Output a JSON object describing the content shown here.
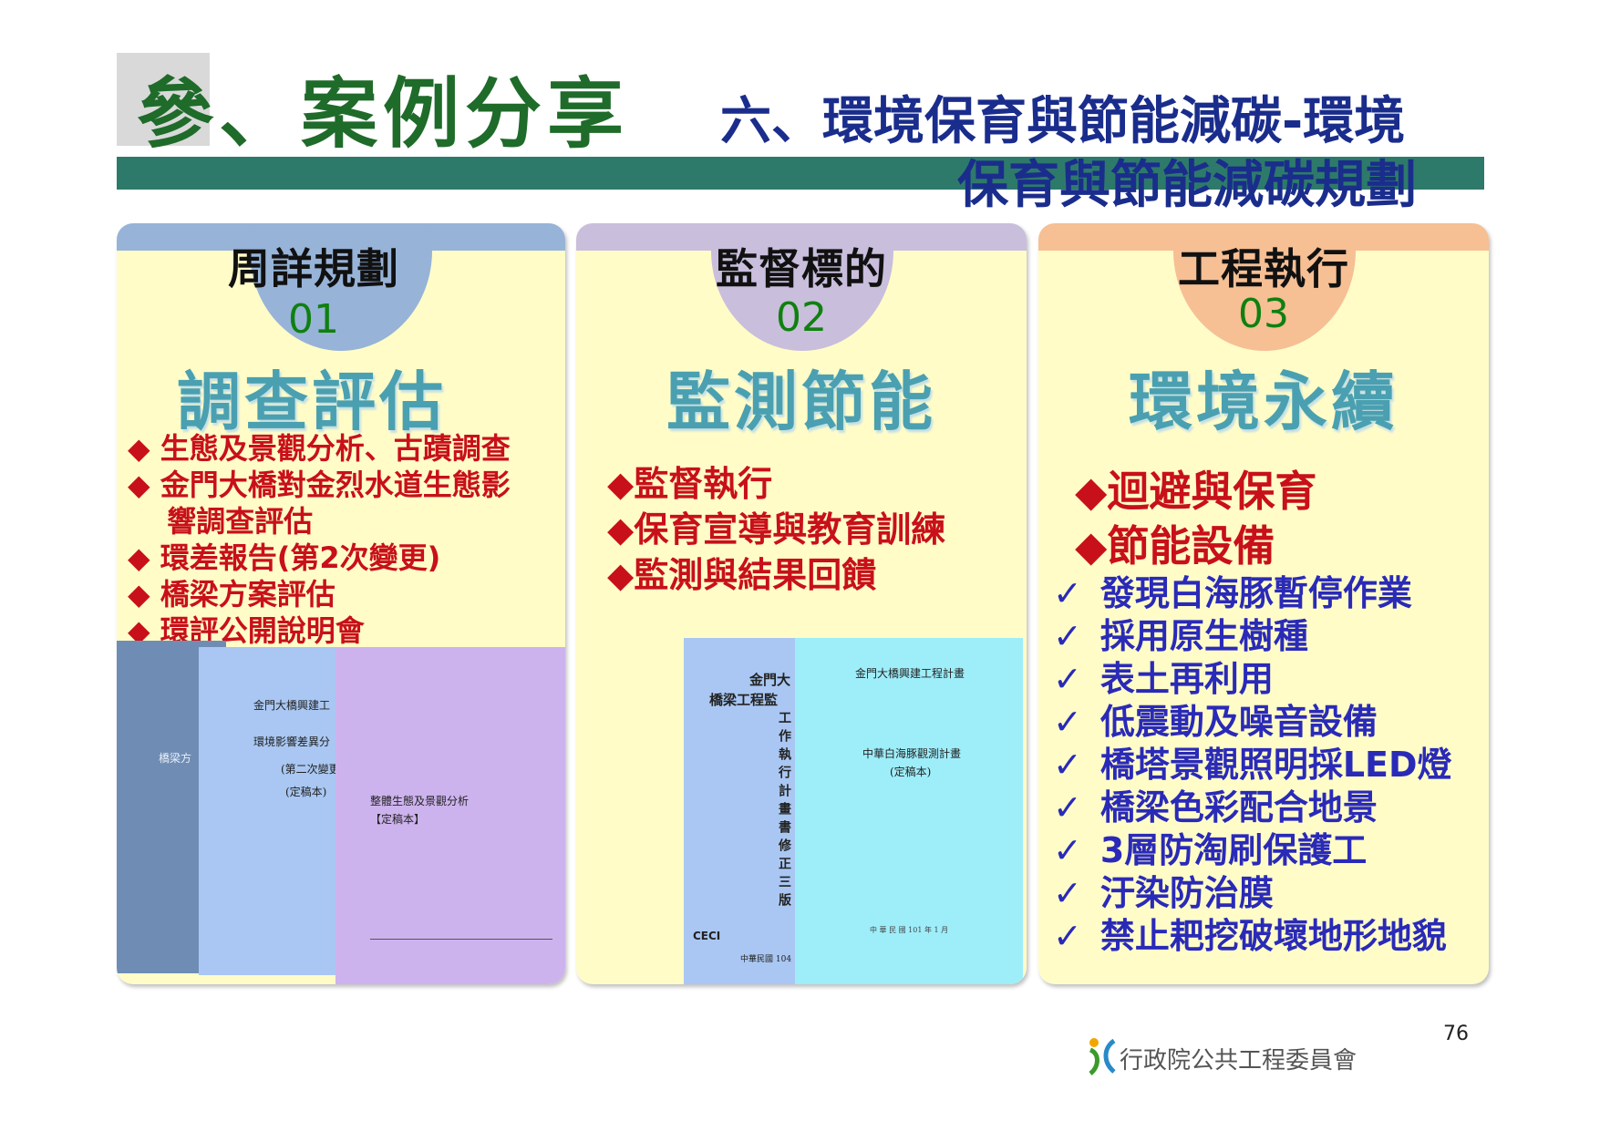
{
  "header": {
    "main_title": "參、案例分享",
    "subtitle_line1": "六、環境保育與節能減碳-環境",
    "subtitle_line2": "保育與節能減碳規劃"
  },
  "panels": [
    {
      "heading": "周詳規劃",
      "number": "01",
      "big_title": "調查評估",
      "items": [
        "◆ 生態及景觀分析、古蹟調查",
        "◆ 金門大橋對金烈水道生態影",
        "　 響調查評估",
        "◆ 環差報告(第2次變更)",
        "◆ 橋梁方案評估",
        "◆ 環評公開說明會"
      ]
    },
    {
      "heading": "監督標的",
      "number": "02",
      "big_title": "監測節能",
      "items": [
        "◆監督執行",
        "◆保育宣導與教育訓練",
        "◆監測與結果回饋"
      ]
    },
    {
      "heading": "工程執行",
      "number": "03",
      "big_title": "環境永續",
      "items": [
        "◆迴避與保育",
        "◆節能設備"
      ],
      "checklist": [
        "發現白海豚暫停作業",
        "採用原生樹種",
        "表土再利用",
        "低震動及噪音設備",
        "橋塔景觀照明採LED燈",
        "橋梁色彩配合地景",
        "3層防淘刷保護工",
        "汙染防治膜",
        "禁止耙挖破壞地形地貌"
      ]
    }
  ],
  "docs": {
    "doc1_text": "橋梁方",
    "doc2_title": "金門大橋興建工",
    "doc2_l2": "環境影響差異分",
    "doc2_l3": "(第二次變更",
    "doc2_l4": "(定稿本)",
    "doc3_title": "整體生態及景觀分析",
    "doc3_l2": "【定稿本】",
    "doc4_title": "金門大",
    "doc4_l2": "橋梁工程監",
    "doc4_vertical": "工作執行計畫書修正三版",
    "doc4_logo": "CECI",
    "doc4_date": "中華民國 104",
    "doc5_title": "金門大橋興建工程計畫",
    "doc5_l2": "中華白海豚觀測計畫",
    "doc5_l3": "(定稿本)",
    "doc5_date": "中 華 民 國 101 年 1 月"
  },
  "footer": {
    "page_number": "76",
    "organization": "行政院公共工程委員會"
  },
  "colors": {
    "title_green": "#1f6b2a",
    "subtitle_blue": "#1a2d8c",
    "bar_teal": "#2e7a6a",
    "panel_bg": "#fffcc8",
    "panel1_accent": "#97b3d8",
    "panel2_accent": "#c9bedc",
    "panel3_accent": "#f6bf94",
    "red_text": "#c8101a",
    "blue_text": "#2a2ab8"
  }
}
